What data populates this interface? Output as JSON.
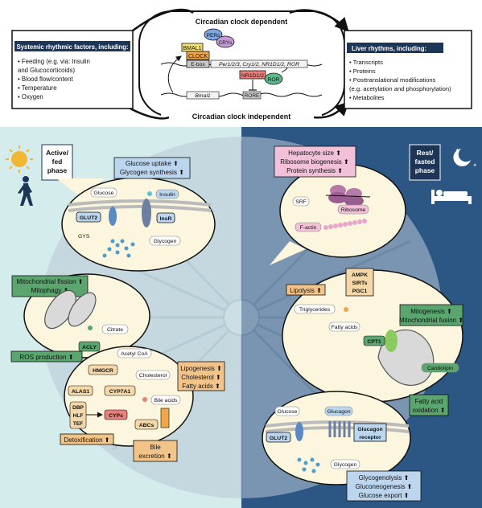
{
  "top": {
    "title_dependent": "Circadian clock dependent",
    "title_independent": "Circadian clock independent",
    "left_box": {
      "header": "Systemic rhythmic factors, including:",
      "items": [
        "• Feeding (e.g. via: Insulin",
        "  and Glucocorticoids)",
        "• Blood flow/content",
        "• Temperature",
        "• Oxygen"
      ]
    },
    "right_box": {
      "header": "Liver rhythms, including:",
      "items": [
        "• Transcripts",
        "• Proteins",
        "• Posttranslational modifications",
        "  (e.g. acetylation and phosphorylation)",
        "• Metabolites"
      ]
    },
    "clock": {
      "per": "PERs",
      "cry": "CRYs",
      "bmal": "BMAL1",
      "clock": "CLOCK",
      "ebox": "E-box",
      "genes": "Per1/2/3, Cry1/2, NR1D1/2, ROR",
      "nr1d": "NR1D1/2",
      "ror": "ROR",
      "bmal_gene": "Bmal1",
      "rore": "RORE"
    }
  },
  "phases": {
    "fed": [
      "Active/",
      "fed",
      "phase"
    ],
    "fasted": [
      "Rest/",
      "fasted",
      "phase"
    ]
  },
  "left": {
    "glucose_box": [
      "Glucose uptake ⬆",
      "Glycogen synthesis ⬆"
    ],
    "glucose_panel": {
      "glucose": "Glucose",
      "insulin": "Insulin",
      "glut2": "GLUT2",
      "insr": "InsR",
      "gys": "GYS",
      "glycogen": "Glycogen"
    },
    "mito_box": [
      "Mitochondrial fission ⬆",
      "Mitophagy ⬆"
    ],
    "ros": "ROS production ⬆",
    "mito_panel": {
      "citrate": "Citrate",
      "acly": "ACLY",
      "acetyl": "Acetyl CoA"
    },
    "lipo_box": [
      "Lipogenesis ⬆",
      "Cholesterol ⬆",
      "Fatty acids ⬆"
    ],
    "liver_panel": {
      "hmgcr": "HMGCR",
      "cholesterol": "Cholesterol",
      "alas1": "ALAS1",
      "cyp7a1": "CYP7A1",
      "bile_acids": "Bile acids",
      "dbp": "DBP",
      "hlf": "HLF",
      "tef": "TEF",
      "cyps": "CYPs",
      "abcs": "ABCs"
    },
    "detox": "Detoxification ⬆",
    "bile_box": [
      "Bile",
      "excretion ⬆"
    ]
  },
  "right": {
    "hep_box": [
      "Hepatocyte size ⬆",
      "Ribosome biogenesis ⬆",
      "Protein synthesis ⬆"
    ],
    "hep_panel": {
      "srf": "SRF",
      "ribosome": "Ribosome",
      "factin": "F-actin"
    },
    "ampk": [
      "AMPK",
      "SIRTs",
      "PGC1"
    ],
    "lipolysis": "Lipolysis ⬆",
    "lip_panel": {
      "tg": "Triglycerides",
      "fa": "Fatty acids",
      "cpt1": "CPT1",
      "cardiolipin": "Cardiolipin"
    },
    "mitogen_box": [
      "Mitogenesis ⬆",
      "Mitochondrial fusion ⬆"
    ],
    "fao_box": [
      "Fatty acid",
      "oxidation ⬆"
    ],
    "gluc_panel": {
      "glucose": "Glucose",
      "glucagon": "Glucagon",
      "glut2": "GLUT2",
      "receptor": [
        "Glucagon",
        "receptor"
      ],
      "glycogen": "Glycogen"
    },
    "glyco_box": [
      "Glycogenolysis ⬆",
      "Gluconeogenesis ⬆",
      "Glucose export ⬆"
    ]
  },
  "colors": {
    "left_bg": "#d4ecec",
    "right_bg": "#2c5784",
    "navy": "#1d3557",
    "blue_box": "#bcd6f0",
    "green_box": "#5aa66e",
    "orange_box": "#f3c48a",
    "pink_box": "#f2c1d9",
    "enzyme": "#f6d7a8",
    "panel": "#fbf6dd"
  }
}
